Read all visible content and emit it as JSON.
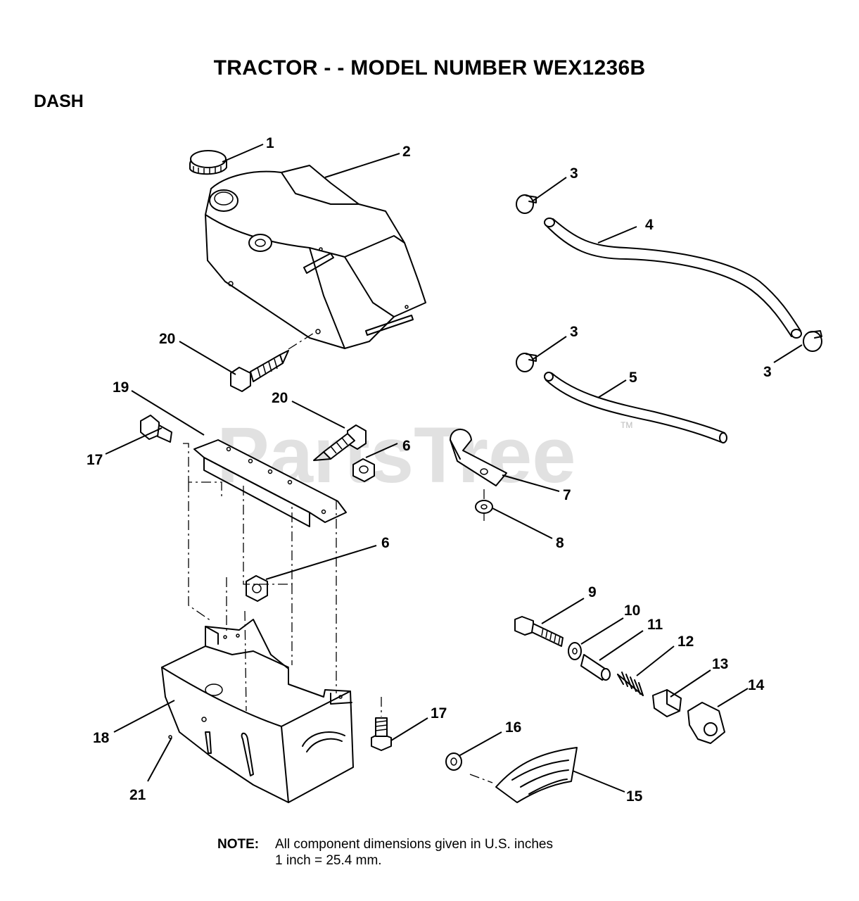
{
  "title": "TRACTOR - - MODEL NUMBER WEX1236B",
  "section": "DASH",
  "watermark": {
    "text": "PartsTree",
    "mark": "TM"
  },
  "note": {
    "label": "NOTE:",
    "line1": "All component dimensions given in U.S. inches",
    "line2": "1 inch = 25.4 mm."
  },
  "callouts": [
    "1",
    "2",
    "3",
    "3",
    "3",
    "4",
    "5",
    "6",
    "6",
    "7",
    "8",
    "9",
    "10",
    "11",
    "12",
    "13",
    "14",
    "15",
    "16",
    "17",
    "17",
    "18",
    "19",
    "20",
    "20",
    "21"
  ]
}
